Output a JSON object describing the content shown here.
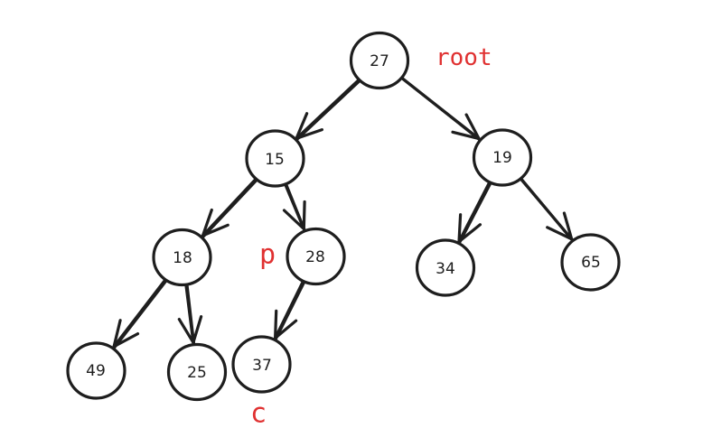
{
  "diagram": {
    "nodes": [
      {
        "id": "n27",
        "label": "27"
      },
      {
        "id": "n15",
        "label": "15"
      },
      {
        "id": "n19",
        "label": "19"
      },
      {
        "id": "n18",
        "label": "18"
      },
      {
        "id": "n28",
        "label": "28"
      },
      {
        "id": "n34",
        "label": "34"
      },
      {
        "id": "n65",
        "label": "65"
      },
      {
        "id": "n49",
        "label": "49"
      },
      {
        "id": "n25",
        "label": "25"
      },
      {
        "id": "n37",
        "label": "37"
      }
    ],
    "edges": [
      {
        "from": "n27",
        "to": "n15"
      },
      {
        "from": "n27",
        "to": "n19"
      },
      {
        "from": "n15",
        "to": "n18"
      },
      {
        "from": "n15",
        "to": "n28"
      },
      {
        "from": "n19",
        "to": "n34"
      },
      {
        "from": "n19",
        "to": "n65"
      },
      {
        "from": "n18",
        "to": "n49"
      },
      {
        "from": "n18",
        "to": "n25"
      },
      {
        "from": "n28",
        "to": "n37"
      }
    ],
    "annotations": [
      {
        "id": "root",
        "text": "root",
        "target": "n27"
      },
      {
        "id": "p",
        "text": "p",
        "target": "n28"
      },
      {
        "id": "c",
        "text": "c",
        "target": "n37"
      }
    ],
    "colors": {
      "stroke": "#1e1e1e",
      "annotation": "#e03131",
      "background": "#ffffff"
    }
  }
}
